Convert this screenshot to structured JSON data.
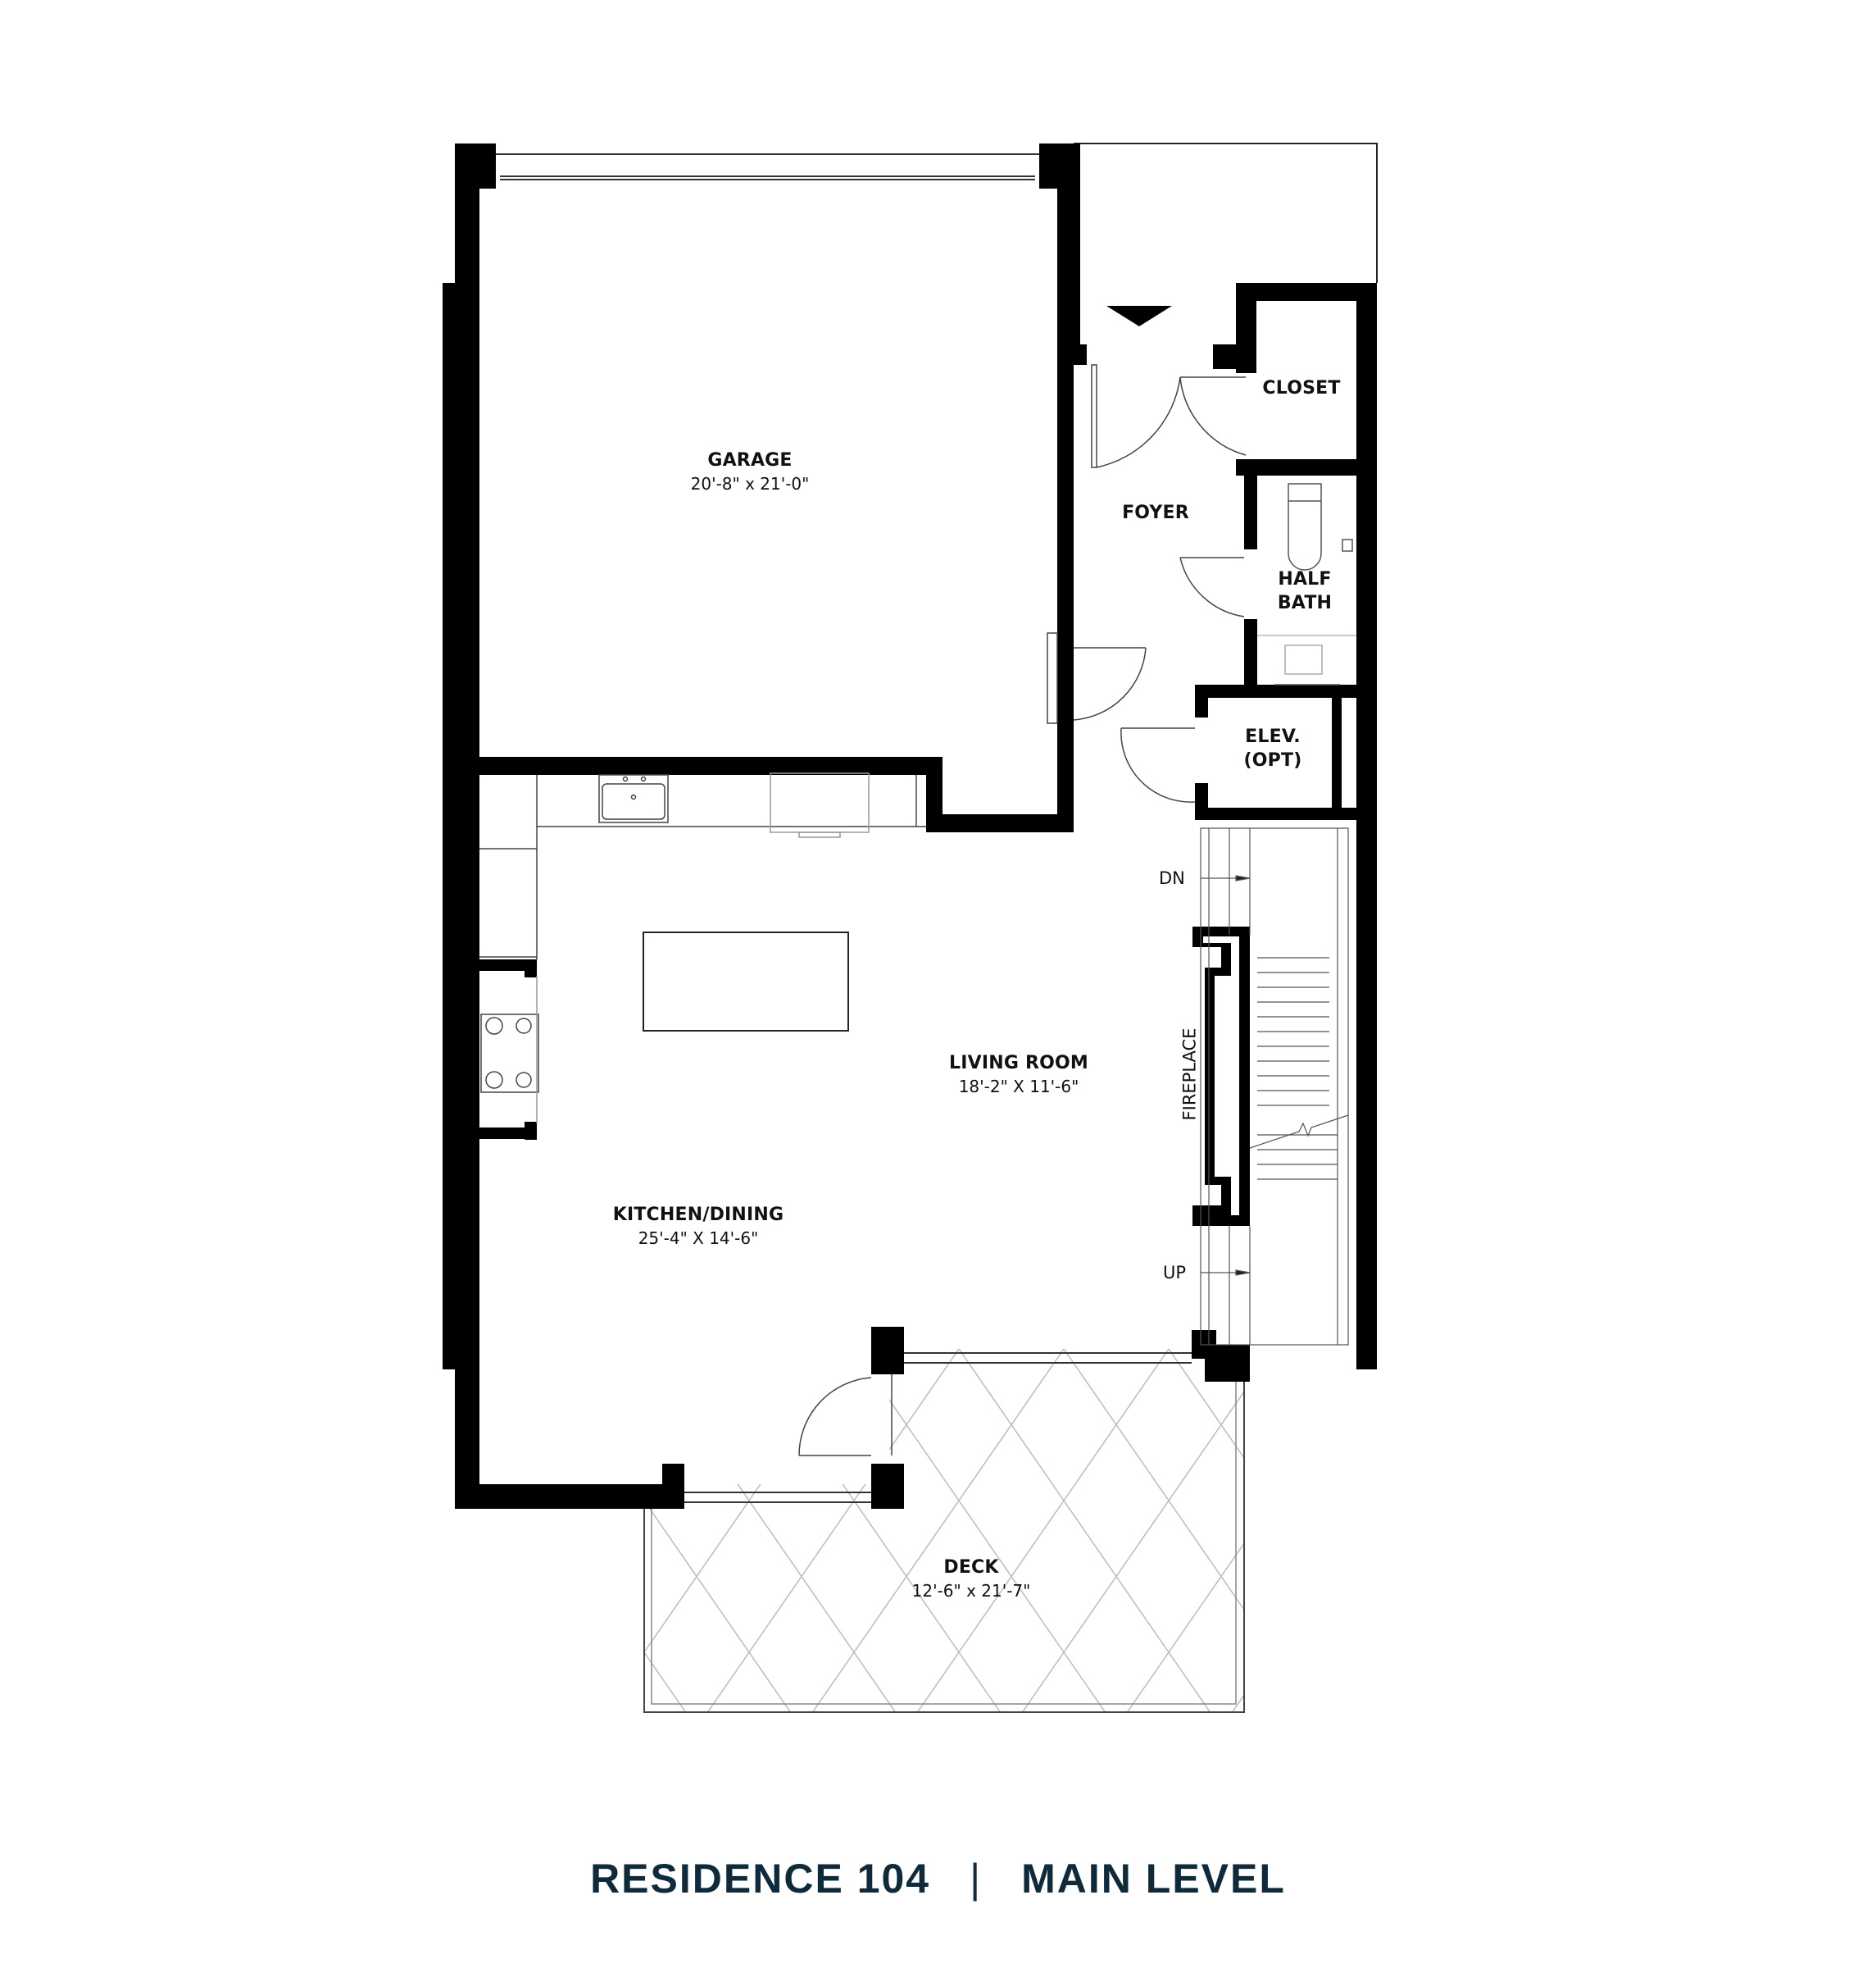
{
  "title": {
    "residence": "RESIDENCE 104",
    "separator": "|",
    "level": "MAIN LEVEL",
    "color": "#0f2a3a"
  },
  "rooms": {
    "garage": {
      "name": "GARAGE",
      "dimensions": "20'-8\" x 21'-0\""
    },
    "foyer": {
      "name": "FOYER"
    },
    "closet": {
      "name": "CLOSET"
    },
    "half_bath": {
      "name_line1": "HALF",
      "name_line2": "BATH"
    },
    "elevator": {
      "name_line1": "ELEV.",
      "name_line2": "(OPT)"
    },
    "living_room": {
      "name": "LIVING ROOM",
      "dimensions": "18'-2\" X 11'-6\""
    },
    "kitchen_dining": {
      "name": "KITCHEN/DINING",
      "dimensions": "25'-4\" X 14'-6\""
    },
    "deck": {
      "name": "DECK",
      "dimensions": "12'-6\" x 21'-7\""
    }
  },
  "annotations": {
    "stairs_down": "DN",
    "stairs_up": "UP",
    "fireplace": "FIREPLACE"
  },
  "colors": {
    "wall": "#000000",
    "fixture_line": "#555555",
    "deck_pattern": "#bbbbbb"
  }
}
